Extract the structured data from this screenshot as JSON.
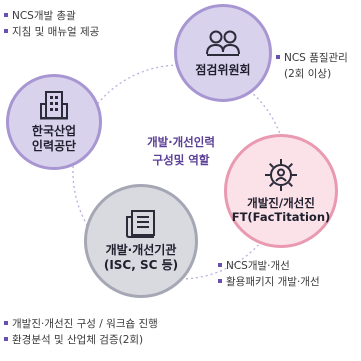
{
  "nodes": {
    "review_committee": {
      "title": "점검위원회",
      "icon": "people-icon"
    },
    "hrd_korea": {
      "title": [
        "한국산업",
        "인력공단"
      ],
      "icon": "building-icon"
    },
    "facilitator": {
      "title": [
        "개발진/개선진",
        "FT(FacTitation)"
      ],
      "icon": "gear-person-icon"
    },
    "institution": {
      "title": [
        "개발·개선기관",
        "(ISC, SC 등)"
      ],
      "icon": "document-icon"
    }
  },
  "center": {
    "lines": [
      "개발·개선인력",
      "구성및 역할"
    ]
  },
  "notes": {
    "hrd_korea": [
      "NCS개발 총괄",
      "지침 및 매뉴얼 제공"
    ],
    "review_committee": [
      "NCS 품질관리",
      "(2회 이상)"
    ],
    "facilitator": [
      "NCS개발·개선",
      "활용패키지 개발·개선"
    ],
    "institution": [
      "개발진·개선진 구성 / 워크숍 진행",
      "환경분석 및 산업체 검증(2회)"
    ]
  },
  "colors": {
    "purple_fill": "#d9d2ec",
    "purple_ring": "#a896d2",
    "pink_fill": "#fbe1e8",
    "pink_ring": "#e99ab1",
    "gray_fill": "#d9dae0",
    "gray_ring": "#a5a7b4",
    "accent": "#5b3e96",
    "bullet": "#6a50b0"
  }
}
